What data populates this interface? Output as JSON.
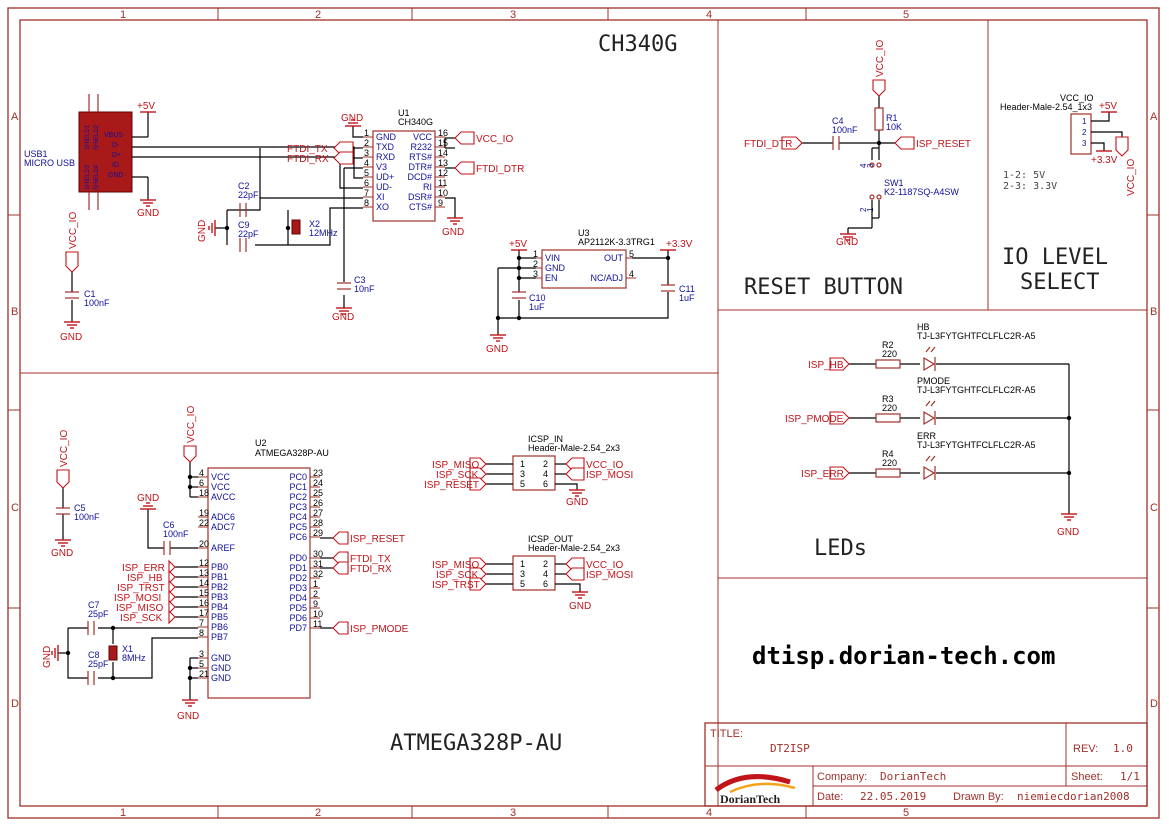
{
  "sheet": {
    "col_labels": [
      "1",
      "2",
      "3",
      "4",
      "5"
    ],
    "row_labels": [
      "A",
      "B",
      "C",
      "D"
    ]
  },
  "sections": {
    "ch340g": "CH340G",
    "reset": "RESET BUTTON",
    "io_level_1": "IO LEVEL",
    "io_level_2": "SELECT",
    "leds": "LEDs",
    "atmega": "ATMEGA328P-AU",
    "url": "dtisp.dorian-tech.com"
  },
  "title_block": {
    "title_label": "TITLE:",
    "title": "DT2ISP",
    "rev_label": "REV:",
    "rev": "1.0",
    "company_label": "Company:",
    "company": "DorianTech",
    "sheet_label": "Sheet:",
    "sheet": "1/1",
    "date_label": "Date:",
    "date": "22.05.2019",
    "drawn_label": "Drawn By:",
    "drawn": "niemiecdorian2008",
    "logo": "DorianTech"
  },
  "usb": {
    "ref": "USB1",
    "value": "MICRO USB",
    "pins": [
      "VBUS",
      "D-",
      "D+",
      "ID",
      "GND"
    ],
    "shield": [
      "SHIELD1",
      "SHIELD2",
      "SHIELD3",
      "SHIELD4"
    ]
  },
  "u1": {
    "ref": "U1",
    "value": "CH340G",
    "left_pins": [
      {
        "num": "1",
        "name": "GND"
      },
      {
        "num": "2",
        "name": "TXD"
      },
      {
        "num": "3",
        "name": "RXD"
      },
      {
        "num": "4",
        "name": "V3"
      },
      {
        "num": "5",
        "name": "UD+"
      },
      {
        "num": "6",
        "name": "UD-"
      },
      {
        "num": "7",
        "name": "XI"
      },
      {
        "num": "8",
        "name": "XO"
      }
    ],
    "right_pins": [
      {
        "num": "16",
        "name": "VCC"
      },
      {
        "num": "15",
        "name": "R232"
      },
      {
        "num": "14",
        "name": "RTS#"
      },
      {
        "num": "13",
        "name": "DTR#"
      },
      {
        "num": "12",
        "name": "DCD#"
      },
      {
        "num": "11",
        "name": "RI"
      },
      {
        "num": "10",
        "name": "DSR#"
      },
      {
        "num": "9",
        "name": "CTS#"
      }
    ]
  },
  "u2": {
    "ref": "U2",
    "value": "ATMEGA328P-AU",
    "left_pins": [
      {
        "num": "4",
        "name": "VCC"
      },
      {
        "num": "6",
        "name": "VCC"
      },
      {
        "num": "18",
        "name": "AVCC"
      },
      {
        "num": "19",
        "name": "ADC6"
      },
      {
        "num": "22",
        "name": "ADC7"
      },
      {
        "num": "20",
        "name": "AREF"
      },
      {
        "num": "12",
        "name": "PB0"
      },
      {
        "num": "13",
        "name": "PB1"
      },
      {
        "num": "14",
        "name": "PB2"
      },
      {
        "num": "15",
        "name": "PB3"
      },
      {
        "num": "16",
        "name": "PB4"
      },
      {
        "num": "17",
        "name": "PB5"
      },
      {
        "num": "7",
        "name": "PB6"
      },
      {
        "num": "8",
        "name": "PB7"
      },
      {
        "num": "3",
        "name": "GND"
      },
      {
        "num": "5",
        "name": "GND"
      },
      {
        "num": "21",
        "name": "GND"
      }
    ],
    "right_pins": [
      {
        "num": "23",
        "name": "PC0"
      },
      {
        "num": "24",
        "name": "PC1"
      },
      {
        "num": "25",
        "name": "PC2"
      },
      {
        "num": "26",
        "name": "PC3"
      },
      {
        "num": "27",
        "name": "PC4"
      },
      {
        "num": "28",
        "name": "PC5"
      },
      {
        "num": "29",
        "name": "PC6"
      },
      {
        "num": "30",
        "name": "PD0"
      },
      {
        "num": "31",
        "name": "PD1"
      },
      {
        "num": "32",
        "name": "PD2"
      },
      {
        "num": "1",
        "name": "PD3"
      },
      {
        "num": "2",
        "name": "PD4"
      },
      {
        "num": "9",
        "name": "PD5"
      },
      {
        "num": "10",
        "name": "PD6"
      },
      {
        "num": "11",
        "name": "PD7"
      }
    ]
  },
  "u3": {
    "ref": "U3",
    "value": "AP2112K-3.3TRG1",
    "left_pins": [
      {
        "num": "1",
        "name": "VIN"
      },
      {
        "num": "2",
        "name": "GND"
      },
      {
        "num": "3",
        "name": "EN"
      }
    ],
    "right_pins": [
      {
        "num": "5",
        "name": "OUT"
      },
      {
        "num": "4",
        "name": "NC/ADJ"
      }
    ]
  },
  "components": {
    "c1": {
      "ref": "C1",
      "value": "100nF"
    },
    "c2": {
      "ref": "C2",
      "value": "22pF"
    },
    "c3": {
      "ref": "C3",
      "value": "10nF"
    },
    "c4": {
      "ref": "C4",
      "value": "100nF"
    },
    "c5": {
      "ref": "C5",
      "value": "100nF"
    },
    "c6": {
      "ref": "C6",
      "value": "100nF"
    },
    "c7": {
      "ref": "C7",
      "value": "25pF"
    },
    "c8": {
      "ref": "C8",
      "value": "25pF"
    },
    "c9": {
      "ref": "C9",
      "value": "22pF"
    },
    "c10": {
      "ref": "C10",
      "value": "1uF"
    },
    "c11": {
      "ref": "C11",
      "value": "1uF"
    },
    "x1": {
      "ref": "X1",
      "value": "8MHz"
    },
    "x2": {
      "ref": "X2",
      "value": "12MHz"
    },
    "r1": {
      "ref": "R1",
      "value": "10K"
    },
    "r2": {
      "ref": "R2",
      "value": "220"
    },
    "r3": {
      "ref": "R3",
      "value": "220"
    },
    "r4": {
      "ref": "R4",
      "value": "220"
    },
    "sw1": {
      "ref": "SW1",
      "value": "K2-1187SQ-A4SW",
      "pins": [
        "1",
        "2",
        "3",
        "4"
      ]
    },
    "hb": {
      "ref": "HB",
      "value": "TJ-L3FYTGHTFCLFLC2R-A5"
    },
    "pmode": {
      "ref": "PMODE",
      "value": "TJ-L3FYTGHTFCLFLC2R-A5"
    },
    "err": {
      "ref": "ERR",
      "value": "TJ-L3FYTGHTFCLFLC2R-A5"
    },
    "vccio_hdr": {
      "ref": "VCC_IO",
      "value": "Header-Male-2.54_1x3",
      "pins": [
        "1",
        "2",
        "3"
      ]
    },
    "icsp_in": {
      "ref": "ICSP_IN",
      "value": "Header-Male-2.54_2x3",
      "pins": [
        "1",
        "2",
        "3",
        "4",
        "5",
        "6"
      ]
    },
    "icsp_out": {
      "ref": "ICSP_OUT",
      "value": "Header-Male-2.54_2x3",
      "pins": [
        "1",
        "2",
        "3",
        "4",
        "5",
        "6"
      ]
    }
  },
  "io_note": [
    "1-2: 5V",
    "2-3: 3.3V"
  ],
  "nets": {
    "vcc_io": "VCC_IO",
    "gnd": "GND",
    "p5v": "+5V",
    "p33v": "+3.3V",
    "ftdi_tx": "FTDI_TX",
    "ftdi_rx": "FTDI_RX",
    "ftdi_dtr": "FTDI_DTR",
    "isp_reset": "ISP_RESET",
    "isp_hb": "ISP_HB",
    "isp_pmode": "ISP_PMODE",
    "isp_err": "ISP_ERR",
    "isp_trst": "ISP_TRST",
    "isp_miso": "ISP_MISO",
    "isp_mosi": "ISP_MOSI",
    "isp_sck": "ISP_SCK"
  }
}
